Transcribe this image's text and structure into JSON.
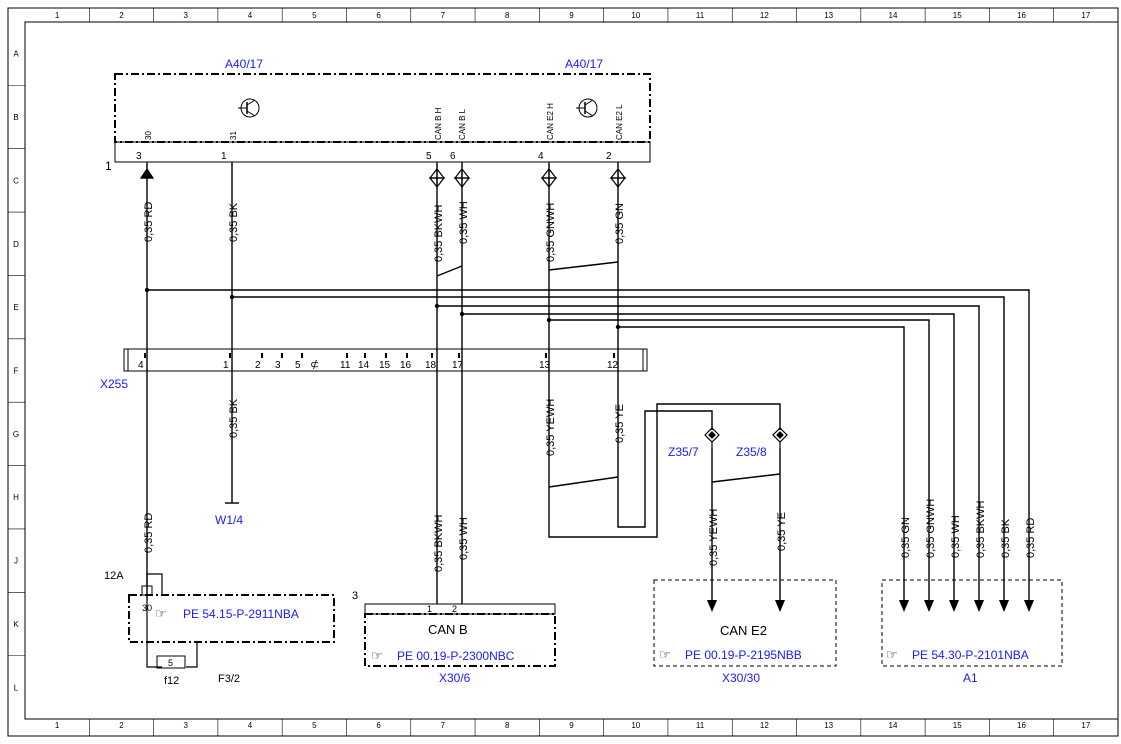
{
  "colors": {
    "wire": "#000000",
    "label": "#1a1aff",
    "border": "#000000"
  },
  "grid": {
    "columns": [
      "1",
      "2",
      "3",
      "4",
      "5",
      "6",
      "7",
      "8",
      "9",
      "10",
      "11",
      "12",
      "13",
      "14",
      "15",
      "16",
      "17"
    ],
    "rows": [
      "A",
      "B",
      "C",
      "D",
      "E",
      "F",
      "G",
      "H",
      "J",
      "K",
      "L"
    ]
  },
  "components": {
    "a40_left": "A40/17",
    "a40_right": "A40/17",
    "x255": "X255",
    "w1_4": "W1/4",
    "z35_7": "Z35/7",
    "z35_8": "Z35/8",
    "x30_6": "X30/6",
    "x30_30": "X30/30",
    "a1": "A1",
    "f3_2": "F3/2",
    "f12": "f12",
    "c12a": "12A"
  },
  "refs": {
    "pe_54_15": "PE 54.15-P-2911NBA",
    "pe_00_19_2300": "PE 00.19-P-2300NBC",
    "pe_00_19_2195": "PE 00.19-P-2195NBB",
    "pe_54_30": "PE 54.30-P-2101NBA"
  },
  "box_titles": {
    "can_b": "CAN B",
    "can_e2": "CAN E2"
  },
  "a40_pins": {
    "p3": "3",
    "p1": "1",
    "p5": "5",
    "p6": "6",
    "p4": "4",
    "p2": "2",
    "n30": "30",
    "n31": "31",
    "canbh": "CAN B H",
    "canbl": "CAN B L",
    "cane2h": "CAN E2 H",
    "cane2l": "CAN E2 L",
    "conn": "1"
  },
  "x255_pins": [
    "4",
    "1",
    "2",
    "3",
    "5",
    "11",
    "14",
    "15",
    "16",
    "18",
    "17",
    "13",
    "12"
  ],
  "wires_upper": {
    "w30": "0,35 RD",
    "w31": "0,35 BK",
    "canbh": "0,35 BKWH",
    "canbl": "0,35 WH",
    "cane2h": "0,35 GNWH",
    "cane2l": "0,35 GN"
  },
  "wires_lower": {
    "rd": "0,35 RD",
    "bk": "0,35 BK",
    "bkwh": "0,35 BKWH",
    "wh": "0,35 WH",
    "yewh": "0,35 YEWH",
    "ye": "0,35 YE",
    "z_yewh": "0,35 YEWH",
    "z_ye": "0,35 YE"
  },
  "a1_wires": [
    "0,35 GN",
    "0,35 GNWH",
    "0,35 WH",
    "0,35 BKWH",
    "0,35 BK",
    "0,35 RD"
  ],
  "x30_6_pins": {
    "p1": "1",
    "p2": "2",
    "conn": "3"
  },
  "fuse": {
    "p30": "30",
    "p5": "5"
  }
}
